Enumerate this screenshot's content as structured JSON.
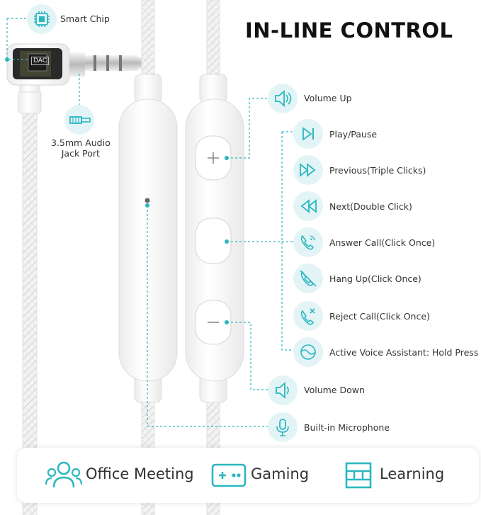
{
  "title": "IN-LINE CONTROL",
  "labels": {
    "smart_chip": "Smart Chip",
    "jack_port": "3.5mm Audio\nJack Port",
    "dac": "DAC"
  },
  "controls": [
    {
      "label": "Volume Up",
      "icon": "speaker-up-icon"
    },
    {
      "label": "Play/Pause",
      "icon": "play-pause-icon"
    },
    {
      "label": "Previous(Triple Clicks)",
      "icon": "fast-forward-icon"
    },
    {
      "label": "Next(Double Click)",
      "icon": "rewind-icon"
    },
    {
      "label": "Answer Call(Click Once)",
      "icon": "phone-answer-icon"
    },
    {
      "label": "Hang Up(Click Once)",
      "icon": "phone-hangup-icon"
    },
    {
      "label": "Reject Call(Click Once)",
      "icon": "phone-reject-icon"
    },
    {
      "label": "Active Voice Assistant: Hold Press",
      "icon": "voice-assistant-icon"
    },
    {
      "label": "Volume Down",
      "icon": "speaker-down-icon"
    },
    {
      "label": "Built-in Microphone",
      "icon": "microphone-icon"
    }
  ],
  "uses": [
    {
      "label": "Office Meeting",
      "icon": "people-icon"
    },
    {
      "label": "Gaming",
      "icon": "gamepad-icon"
    },
    {
      "label": "Learning",
      "icon": "book-icon"
    }
  ],
  "colors": {
    "accent": "#2bb7bf",
    "accent_light": "#e3f4f6",
    "text": "#333333"
  }
}
